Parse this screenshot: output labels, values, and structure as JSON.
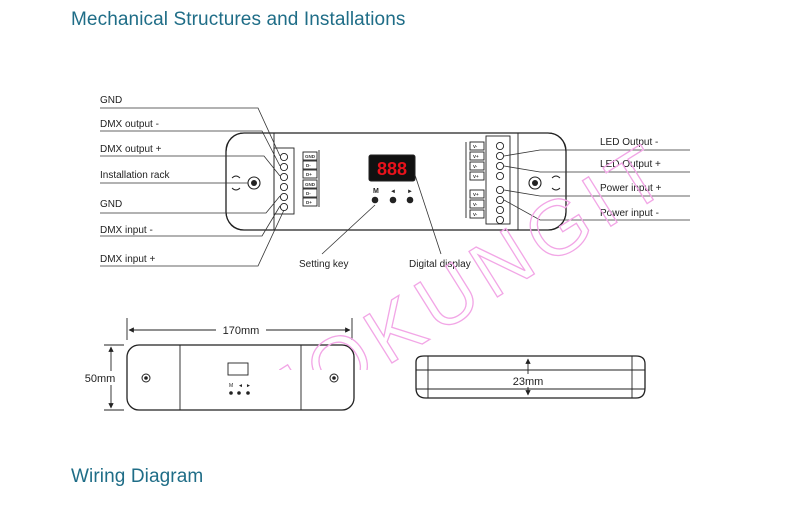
{
  "titles": {
    "mechanical": "Mechanical Structures and Installations",
    "wiring": "Wiring Diagram"
  },
  "left_labels": [
    "GND",
    "DMX output -",
    "DMX output +",
    "Installation rack",
    "GND",
    "DMX input -",
    "DMX input +"
  ],
  "right_labels": [
    "LED Output -",
    "LED Output +",
    "Power input +",
    "Power input -"
  ],
  "bottom_labels": {
    "setting_key": "Setting key",
    "digital_display": "Digital display"
  },
  "display": {
    "digits": "888",
    "keys": [
      "M",
      "◄",
      "►"
    ]
  },
  "terminal_tags": {
    "left": [
      "GND",
      "D-",
      "D+",
      "GND",
      "D-",
      "D+"
    ],
    "right_top": [
      "V-",
      "V+",
      "V-",
      "V+"
    ],
    "right_bottom": [
      "V+",
      "V-",
      "V-"
    ]
  },
  "dimensions": {
    "length": "170mm",
    "width": "50mm",
    "height": "23mm"
  },
  "watermark": "MOKUNGIT",
  "colors": {
    "heading": "#1f6d87",
    "display_digits": "#e8121b",
    "watermark": "#f2a6e6"
  }
}
